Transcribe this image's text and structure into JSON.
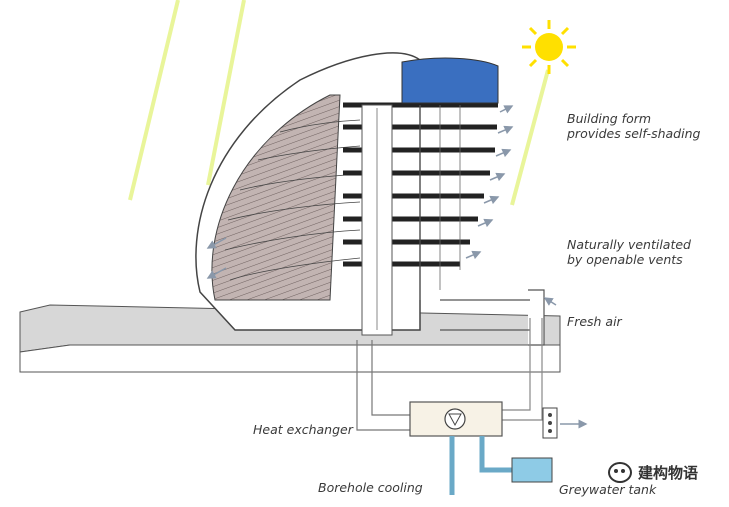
{
  "labels": {
    "self_shading": "Building form provides self-shading",
    "ventilated": "Naturally ventilated by openable vents",
    "fresh_air": "Fresh air",
    "heat_exchanger": "Heat exchanger",
    "borehole": "Borehole cooling",
    "greywater": "Greywater tank"
  },
  "watermark": "建构物语",
  "colors": {
    "sun": "#ffe000",
    "sun_ray": "#e9f59a",
    "roof_blue": "#3a6fc0",
    "hatch_fill": "#b9aaa8",
    "water_blue": "#8ecbe6",
    "ground": "#d7d7d7",
    "pipe_orange": "#f2d4a4",
    "arrow_grey": "#8a98aa"
  },
  "icons": [
    "sun-icon",
    "wechat-icon",
    "airflow-arrow-icon"
  ]
}
